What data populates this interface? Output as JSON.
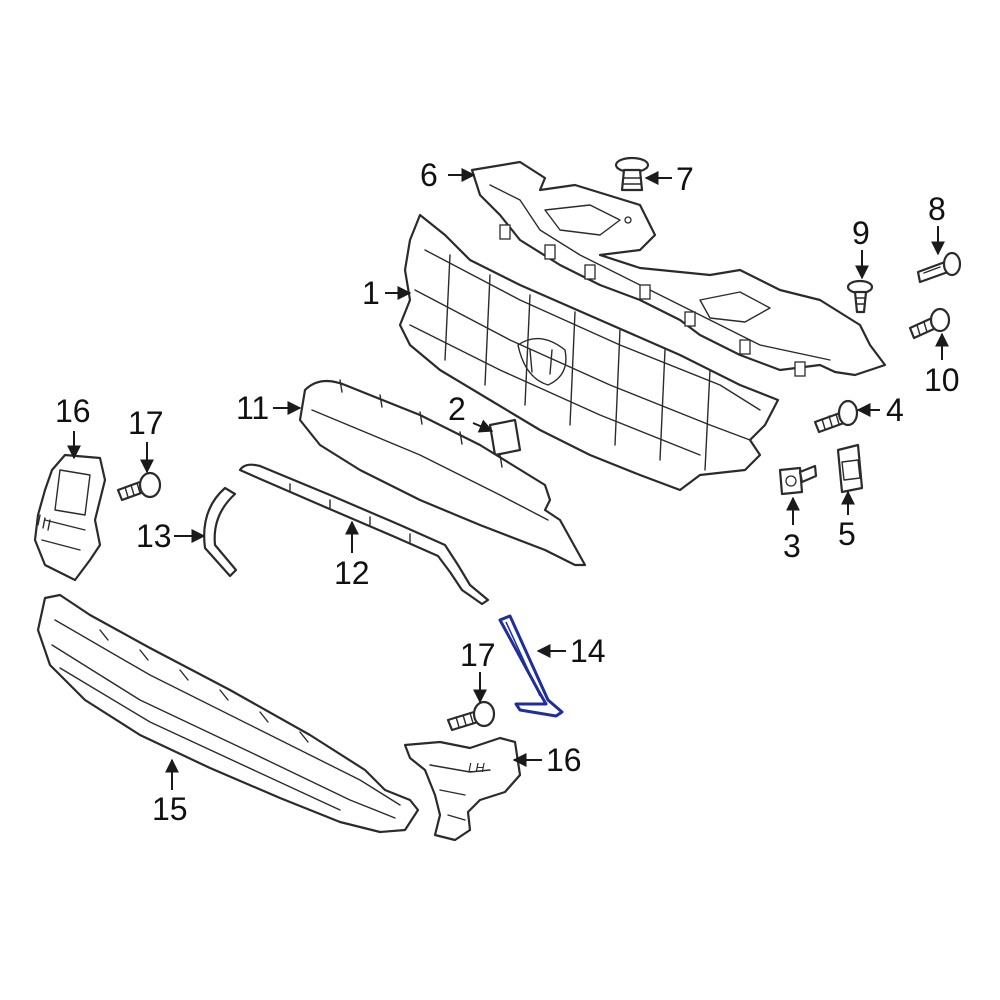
{
  "callouts": {
    "c1": "1",
    "c2": "2",
    "c3": "3",
    "c4": "4",
    "c5": "5",
    "c6": "6",
    "c7": "7",
    "c8": "8",
    "c9": "9",
    "c10": "10",
    "c11": "11",
    "c12": "12",
    "c13": "13",
    "c14": "14",
    "c15": "15",
    "c16_left": "16",
    "c16_right": "16",
    "c17_left": "17",
    "c17_right": "17"
  },
  "part_marking": "LH",
  "colors": {
    "line": "#2b2b2b",
    "highlight": "#1f2f9a",
    "background": "#ffffff"
  }
}
